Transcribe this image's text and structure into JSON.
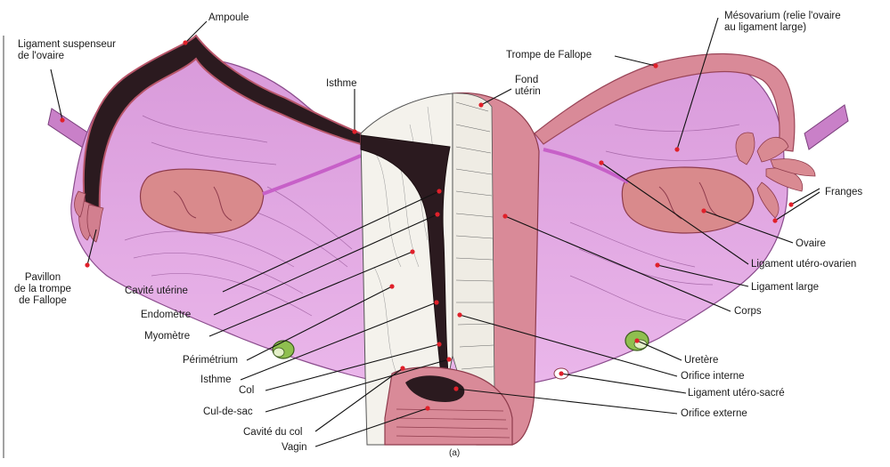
{
  "figure": {
    "panel_label": "(a)",
    "colors": {
      "lilac": "#e6a9e6",
      "lilac_dark": "#c27ac4",
      "pink_muscle": "#d88a98",
      "pink_dark": "#b8566a",
      "dark_cavity": "#2a1a1e",
      "white_tissue": "#f4f2ec",
      "ovary": "#d98a8c",
      "ureter_green": "#8fbf4f"
    }
  },
  "labels": {
    "ampoule": "Ampoule",
    "ligament_suspenseur": [
      "Ligament suspenseur",
      "de l'ovaire"
    ],
    "isthme_top": "Isthme",
    "fond_uterin": [
      "Fond",
      "utérin"
    ],
    "trompe": "Trompe de Fallope",
    "mesovarium": [
      "Mésovarium (relie l'ovaire",
      "au ligament large)"
    ],
    "franges": "Franges",
    "pavillon": [
      "Pavillon",
      "de la trompe",
      "de Fallope"
    ],
    "ovaire": "Ovaire",
    "ligament_utero_ovarien": "Ligament utéro-ovarien",
    "ligament_large": "Ligament large",
    "corps": "Corps",
    "cavite_uterine": "Cavité utérine",
    "endometre": "Endomètre",
    "myometre": "Myomètre",
    "perimetrium": "Périmétrium",
    "isthme_bottom": "Isthme",
    "col": "Col",
    "cul_de_sac": "Cul-de-sac",
    "cavite_du_col": "Cavité du col",
    "vagin": "Vagin",
    "uretere": "Uretère",
    "orifice_interne": "Orifice interne",
    "ligament_utero_sacre": "Ligament utéro-sacré",
    "orifice_externe": "Orifice externe"
  }
}
